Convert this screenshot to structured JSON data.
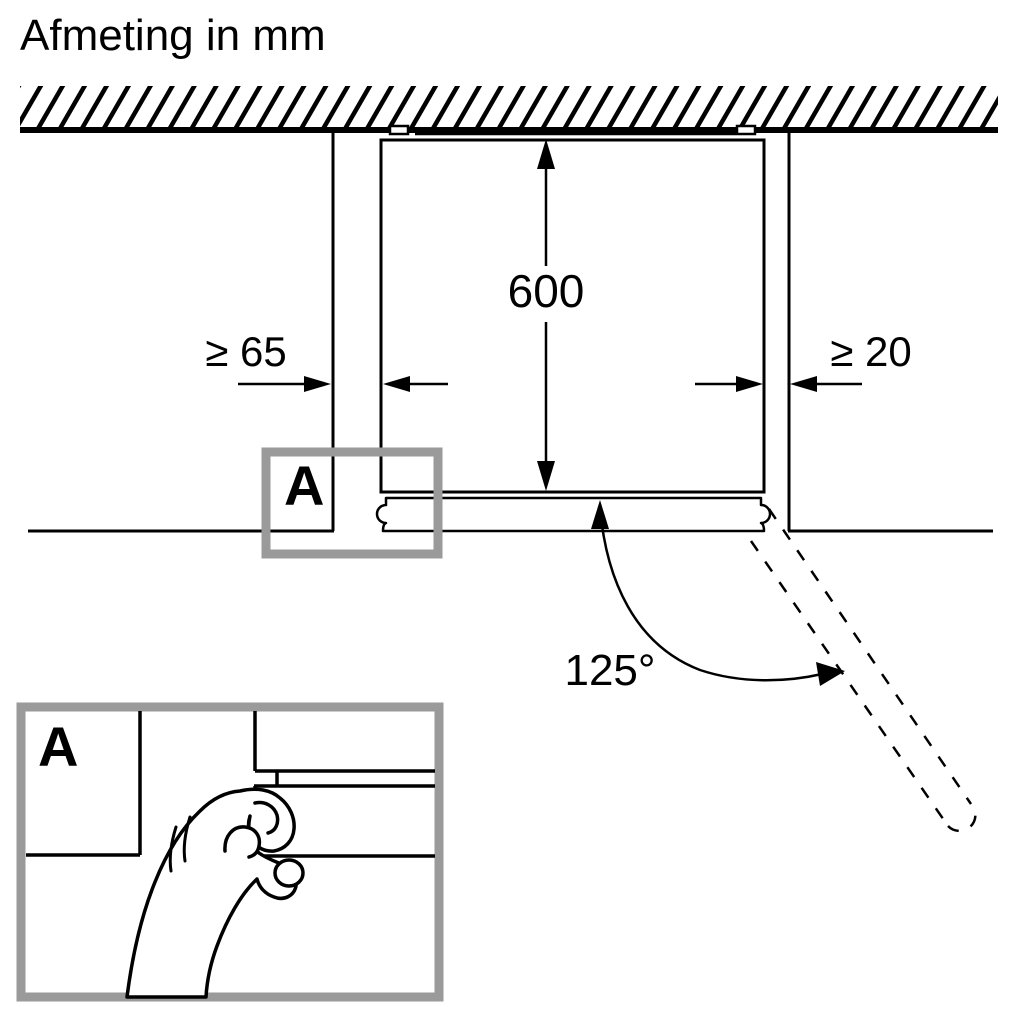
{
  "title": "Afmeting in mm",
  "dimensions": {
    "depth": "600",
    "left_clearance": "≥ 65",
    "right_clearance": "≥ 20",
    "door_opening_angle": "125°"
  },
  "detail_marker": {
    "main": "A",
    "inset": "A"
  },
  "colors": {
    "line": "#000000",
    "background": "#ffffff",
    "detail_frame": "#9a9a9a"
  }
}
